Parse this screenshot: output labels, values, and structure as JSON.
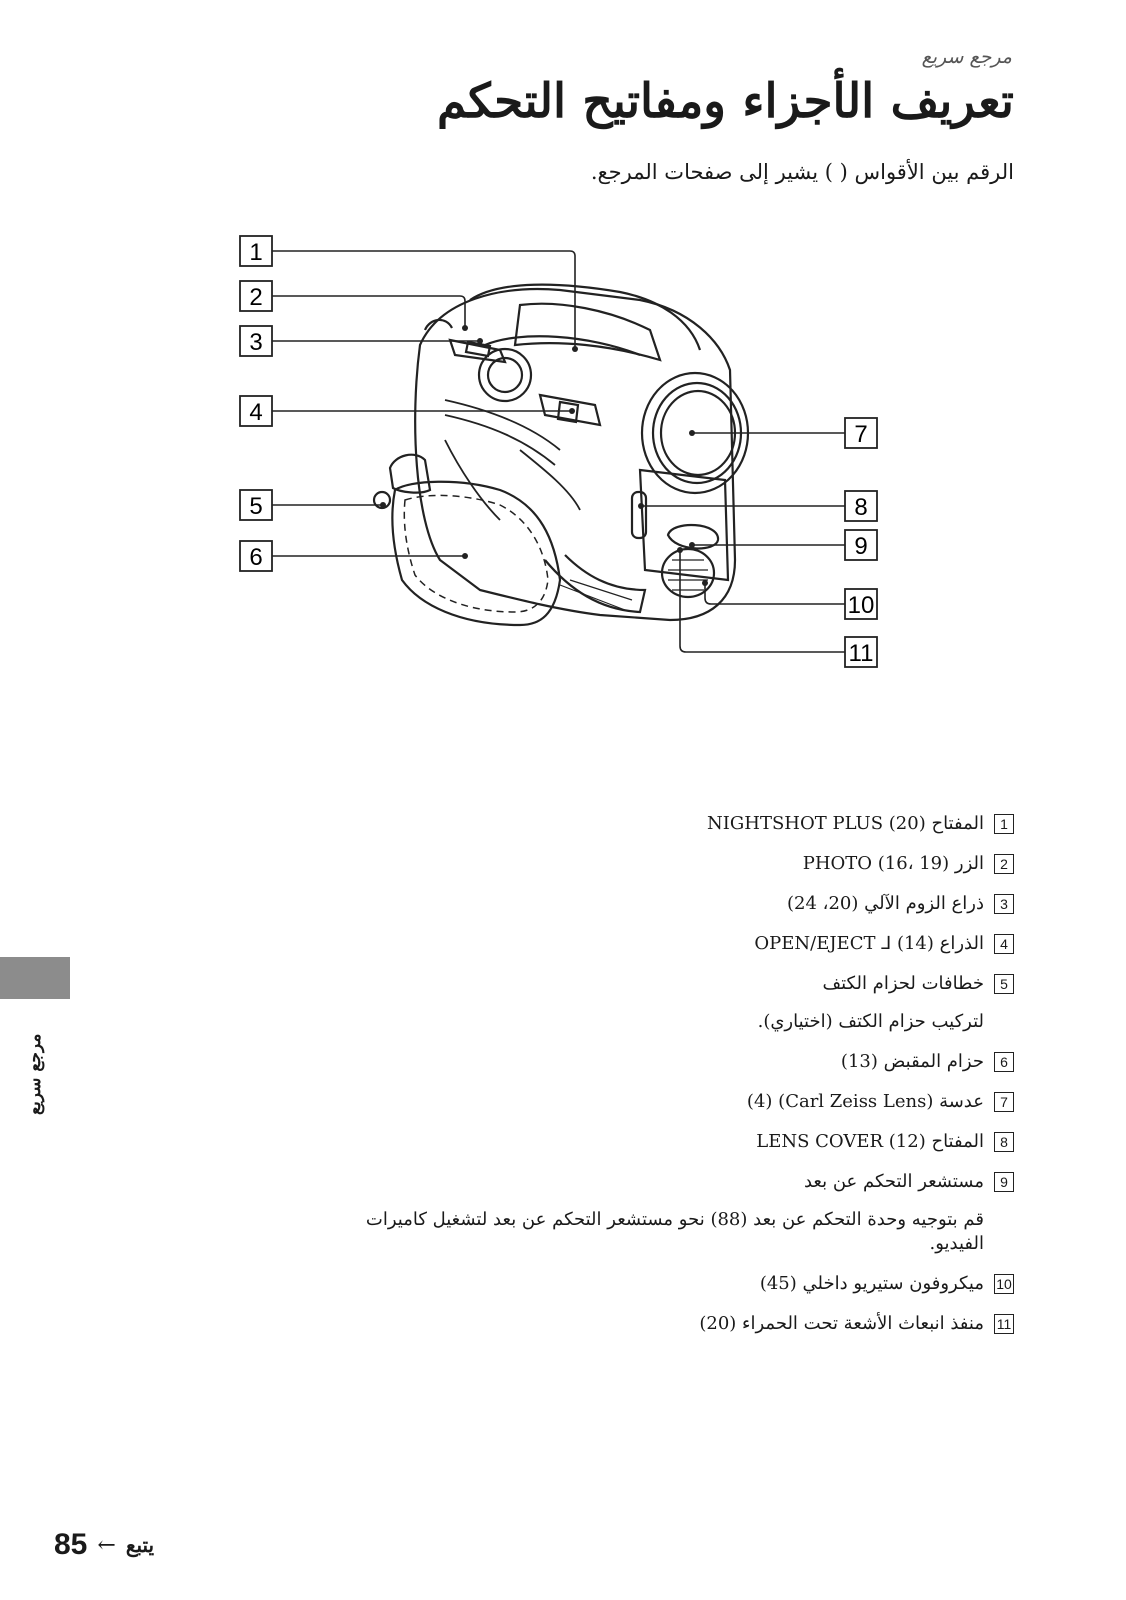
{
  "header": {
    "section_label": "مرجع سريع",
    "title": "تعريف الأجزاء ومفاتيح التحكم",
    "subtitle": "الرقم بين الأقواس ( ) يشير إلى صفحات المرجع."
  },
  "callouts": {
    "left": [
      "1",
      "2",
      "3",
      "4",
      "5",
      "6"
    ],
    "right": [
      "7",
      "8",
      "9",
      "10",
      "11"
    ]
  },
  "legend": [
    {
      "num": "1",
      "text": "المفتاح NIGHTSHOT PLUS (20)"
    },
    {
      "num": "2",
      "text": "الزر PHOTO (16، 19)"
    },
    {
      "num": "3",
      "text": "ذراع الزوم الآلي (20، 24)"
    },
    {
      "num": "4",
      "text": "الذراع OPEN/EJECT ⅃ (14)"
    },
    {
      "num": "5",
      "text": "خطافات لحزام الكتف",
      "sub": "لتركيب حزام الكتف (اختياري)."
    },
    {
      "num": "6",
      "text": "حزام المقبض (13)"
    },
    {
      "num": "7",
      "text": "عدسة (Carl Zeiss Lens) (4)"
    },
    {
      "num": "8",
      "text": "المفتاح LENS COVER (12)"
    },
    {
      "num": "9",
      "text": "مستشعر التحكم عن بعد",
      "sub": "قم بتوجيه وحدة التحكم عن بعد (88) نحو مستشعر التحكم عن بعد لتشغيل كاميرات الفيديو."
    },
    {
      "num": "10",
      "text": "ميكروفون ستيريو داخلي (45)"
    },
    {
      "num": "11",
      "text": "منفذ انبعاث الأشعة تحت الحمراء (20)"
    }
  ],
  "side_tab": {
    "label": "مرجع سريع"
  },
  "footer": {
    "page_number": "85",
    "arrow": "←",
    "continue_label": "يتبع"
  }
}
